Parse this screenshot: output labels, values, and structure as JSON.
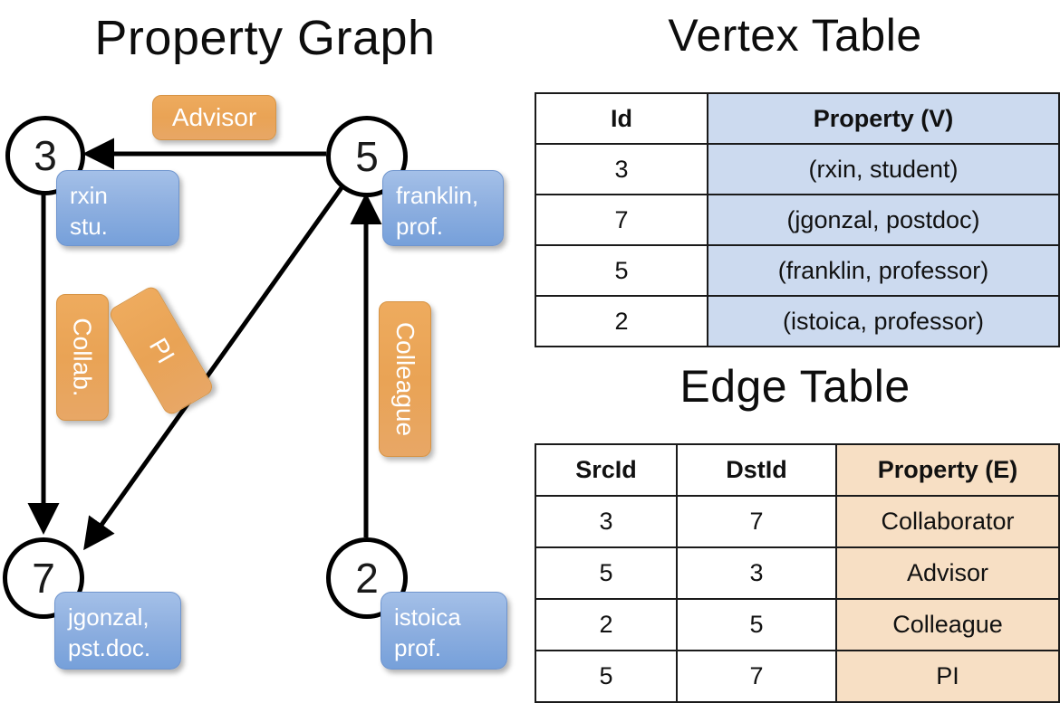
{
  "titles": {
    "graph": "Property Graph",
    "vertex_table": "Vertex Table",
    "edge_table": "Edge Table"
  },
  "graph": {
    "nodes": [
      {
        "id": "3",
        "label": "3",
        "property_line1": "rxin",
        "property_line2": "stu."
      },
      {
        "id": "5",
        "label": "5",
        "property_line1": "franklin,",
        "property_line2": "prof."
      },
      {
        "id": "7",
        "label": "7",
        "property_line1": "jgonzal,",
        "property_line2": "pst.doc."
      },
      {
        "id": "2",
        "label": "2",
        "property_line1": "istoica",
        "property_line2": "prof."
      }
    ],
    "edge_labels": [
      {
        "name": "advisor",
        "text": "Advisor"
      },
      {
        "name": "collab",
        "text": "Collab."
      },
      {
        "name": "pi",
        "text": "PI"
      },
      {
        "name": "colleague",
        "text": "Colleague"
      }
    ]
  },
  "vertex_table": {
    "headers": [
      "Id",
      "Property (V)"
    ],
    "rows": [
      {
        "id": "3",
        "property": "(rxin, student)"
      },
      {
        "id": "7",
        "property": "(jgonzal, postdoc)"
      },
      {
        "id": "5",
        "property": "(franklin, professor)"
      },
      {
        "id": "2",
        "property": "(istoica, professor)"
      }
    ]
  },
  "edge_table": {
    "headers": [
      "SrcId",
      "DstId",
      "Property (E)"
    ],
    "rows": [
      {
        "src": "3",
        "dst": "7",
        "property": "Collaborator"
      },
      {
        "src": "5",
        "dst": "3",
        "property": "Advisor"
      },
      {
        "src": "2",
        "dst": "5",
        "property": "Colleague"
      },
      {
        "src": "5",
        "dst": "7",
        "property": "PI"
      }
    ]
  },
  "colors": {
    "vertex_property_fill": "#ccdaef",
    "edge_property_fill": "#f7dfc4",
    "node_property_box": "#8fb0e0",
    "edge_label_chip": "#e9a355",
    "stroke": "#000000"
  }
}
